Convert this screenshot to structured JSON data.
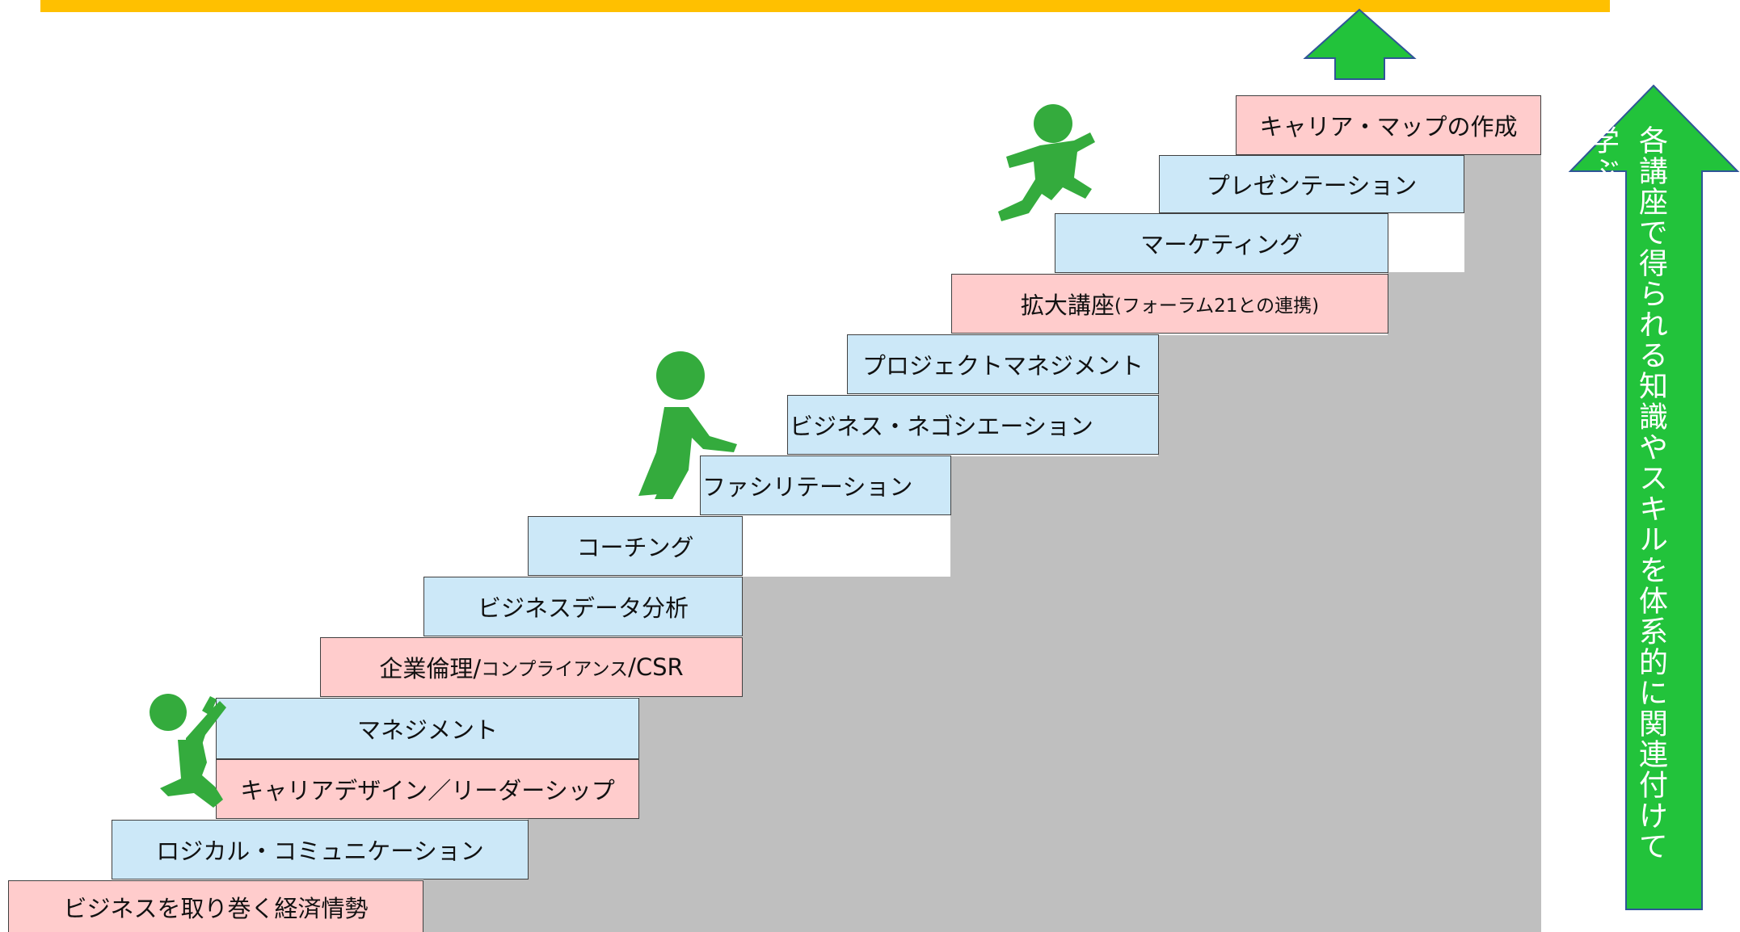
{
  "colors": {
    "banner": "#ffc000",
    "step_pink": "#ffcccc",
    "step_blue": "#cce8f8",
    "stair_body": "#bfbfbf",
    "arrow_green": "#22c33b",
    "figure_green": "#34ab3d"
  },
  "steps": [
    {
      "label": "ビジネスを取り巻く経済情勢",
      "color": "pink"
    },
    {
      "label": "ロジカル・コミュニケーション",
      "color": "blue"
    },
    {
      "label": "キャリアデザイン／リーダーシップ",
      "color": "pink"
    },
    {
      "label": "マネジメント",
      "color": "blue"
    },
    {
      "label": "企業倫理/",
      "label_small": "コンプライアンス",
      "label_tail": "/CSR",
      "color": "pink"
    },
    {
      "label": "ビジネスデータ分析",
      "color": "blue"
    },
    {
      "label": "コーチング",
      "color": "blue"
    },
    {
      "label": "ファシリテーション",
      "color": "blue"
    },
    {
      "label": "ビジネス・ネゴシエーション",
      "color": "blue"
    },
    {
      "label": "プロジェクトマネジメント",
      "color": "blue"
    },
    {
      "label": "拡大講座",
      "label_small": "(フォーラム21との連携)",
      "color": "pink"
    },
    {
      "label": "マーケティング",
      "color": "blue"
    },
    {
      "label": "プレゼンテーション",
      "color": "blue"
    },
    {
      "label": "キャリア・マップの作成",
      "color": "pink"
    }
  ],
  "side_arrow": {
    "label": "各講座で得られる知識やスキルを体系的に関連付けて学ぶ"
  },
  "icons": [
    "up-arrow-icon",
    "climbing-person-icon",
    "walking-person-icon",
    "running-person-icon"
  ]
}
